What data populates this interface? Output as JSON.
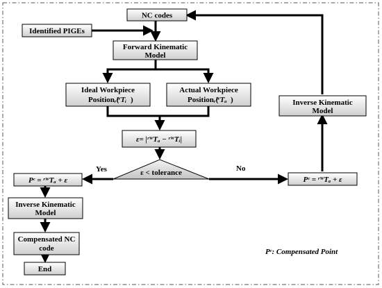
{
  "nodes": {
    "nc_codes": "NC codes",
    "identified_piges": "Identified PIGEs",
    "forward_line1": "Forward Kinematic",
    "forward_line2": "Model",
    "ideal_line1": "Ideal Workpiece",
    "ideal_line2": "Position (",
    "ideal_math": "ᵣᵂTᵢ",
    "actual_line1": "Actual Workpiece",
    "actual_line2": "Position (",
    "actual_math": "ᵣᵂTₐ",
    "error_eq": "ε= |ʳᵂTₐ − ʳᵂTᵢ|",
    "decision": "ε < tolerance",
    "pc_left": "Pᶜ = ʳᵂTₐ + ε",
    "pc_right": "Pᶜ = ʳᵂTₐ + ε",
    "inverse_left_line1": "Inverse Kinematic",
    "inverse_left_line2": "Model",
    "inverse_right_line1": "Inverse Kinematic",
    "inverse_right_line2": "Model",
    "compensated_line1": "Compensated NC",
    "compensated_line2": "code",
    "end": "End"
  },
  "edges": {
    "yes_label": "Yes",
    "no_label": "No"
  },
  "legend": {
    "text": "Pᶜ: Compensated Point"
  },
  "colors": {
    "box_fill_top": "#ffffff",
    "box_fill_bottom": "#cfcfcf",
    "border": "#000000",
    "frame": "#555555"
  }
}
